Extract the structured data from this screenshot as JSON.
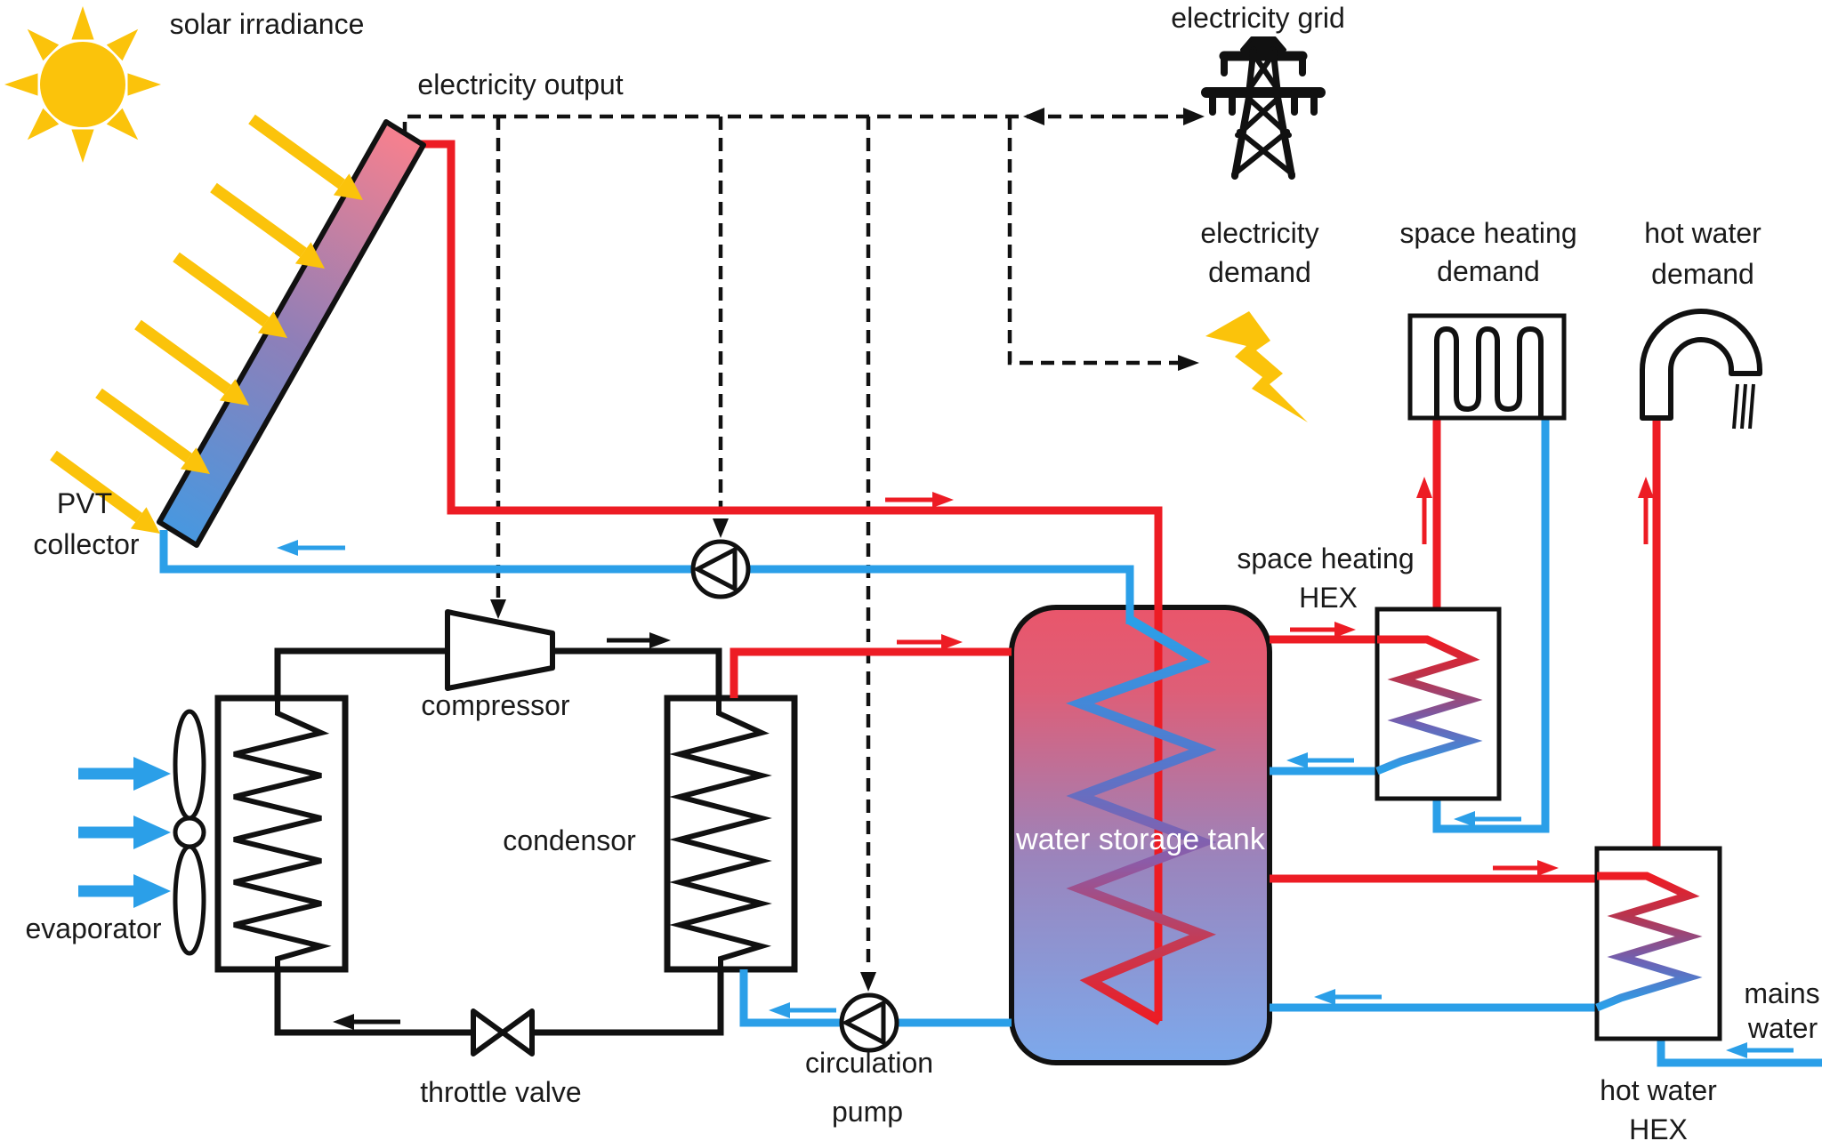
{
  "labels": {
    "solar_irradiance": "solar irradiance",
    "electricity_output": "electricity output",
    "electricity_grid": "electricity grid",
    "electricity_demand": [
      "electricity",
      "demand"
    ],
    "space_heating_demand": [
      "space heating",
      "demand"
    ],
    "hot_water_demand": [
      "hot water",
      "demand"
    ],
    "pvt_collector": [
      "PVT",
      "collector"
    ],
    "compressor": "compressor",
    "condensor": "condensor",
    "evaporator": "evaporator",
    "throttle_valve": "throttle valve",
    "circulation_pump": [
      "circulation",
      "pump"
    ],
    "water_storage_tank": "water storage tank",
    "space_heating_hex": [
      "space heating",
      "HEX"
    ],
    "hot_water_hex": [
      "hot water",
      "HEX"
    ],
    "mains_water": [
      "mains",
      "water"
    ]
  },
  "colors": {
    "pipe_hot": "#ED1C24",
    "pipe_cold": "#2B9FE8",
    "refrigerant_line": "#111111",
    "electricity_line": "#111111",
    "solar_yellow": "#FBC30B",
    "tank_top": "#E9566B",
    "tank_bottom": "#7CA9EC",
    "collector_top": "#F4808F",
    "collector_bottom": "#4798E0",
    "text": "#1A1A1A",
    "background": "#FFFFFF"
  },
  "icons": {
    "sun": "sun-icon",
    "solar_rays": "solar-ray-arrow-icon",
    "grid_tower": "transmission-tower-icon",
    "lightning": "lightning-bolt-icon",
    "radiator": "radiator-icon",
    "faucet": "faucet-icon",
    "fan": "fan-icon",
    "pump": "circulation-pump-icon",
    "compressor": "compressor-trapezoid-icon",
    "throttle": "throttle-valve-bowtie-icon"
  }
}
